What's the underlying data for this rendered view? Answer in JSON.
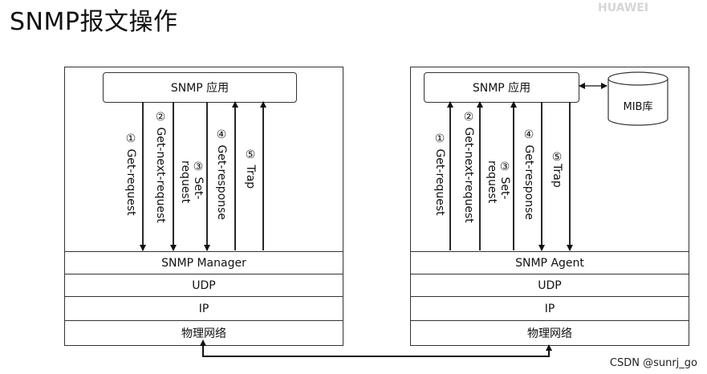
{
  "title": "SNMP报文操作",
  "logo": "HUAWEI",
  "manager": {
    "app_label": "SNMP 应用",
    "layers": [
      "SNMP Manager",
      "UDP",
      "IP",
      "物理网络"
    ],
    "messages": [
      "① Get-request",
      "② Get-next-request",
      "③ Set-\nrequest",
      "④ Get-response",
      "⑤ Trap"
    ]
  },
  "agent": {
    "app_label": "SNMP 应用",
    "mib_label": "MIB库",
    "layers": [
      "SNMP Agent",
      "UDP",
      "IP",
      "物理网络"
    ],
    "messages": [
      "① Get-request",
      "② Get-next-request",
      "③ Set-\nrequest",
      "④ Get-response",
      "⑤Trap"
    ]
  },
  "watermark": "CSDN @sunrj_go"
}
